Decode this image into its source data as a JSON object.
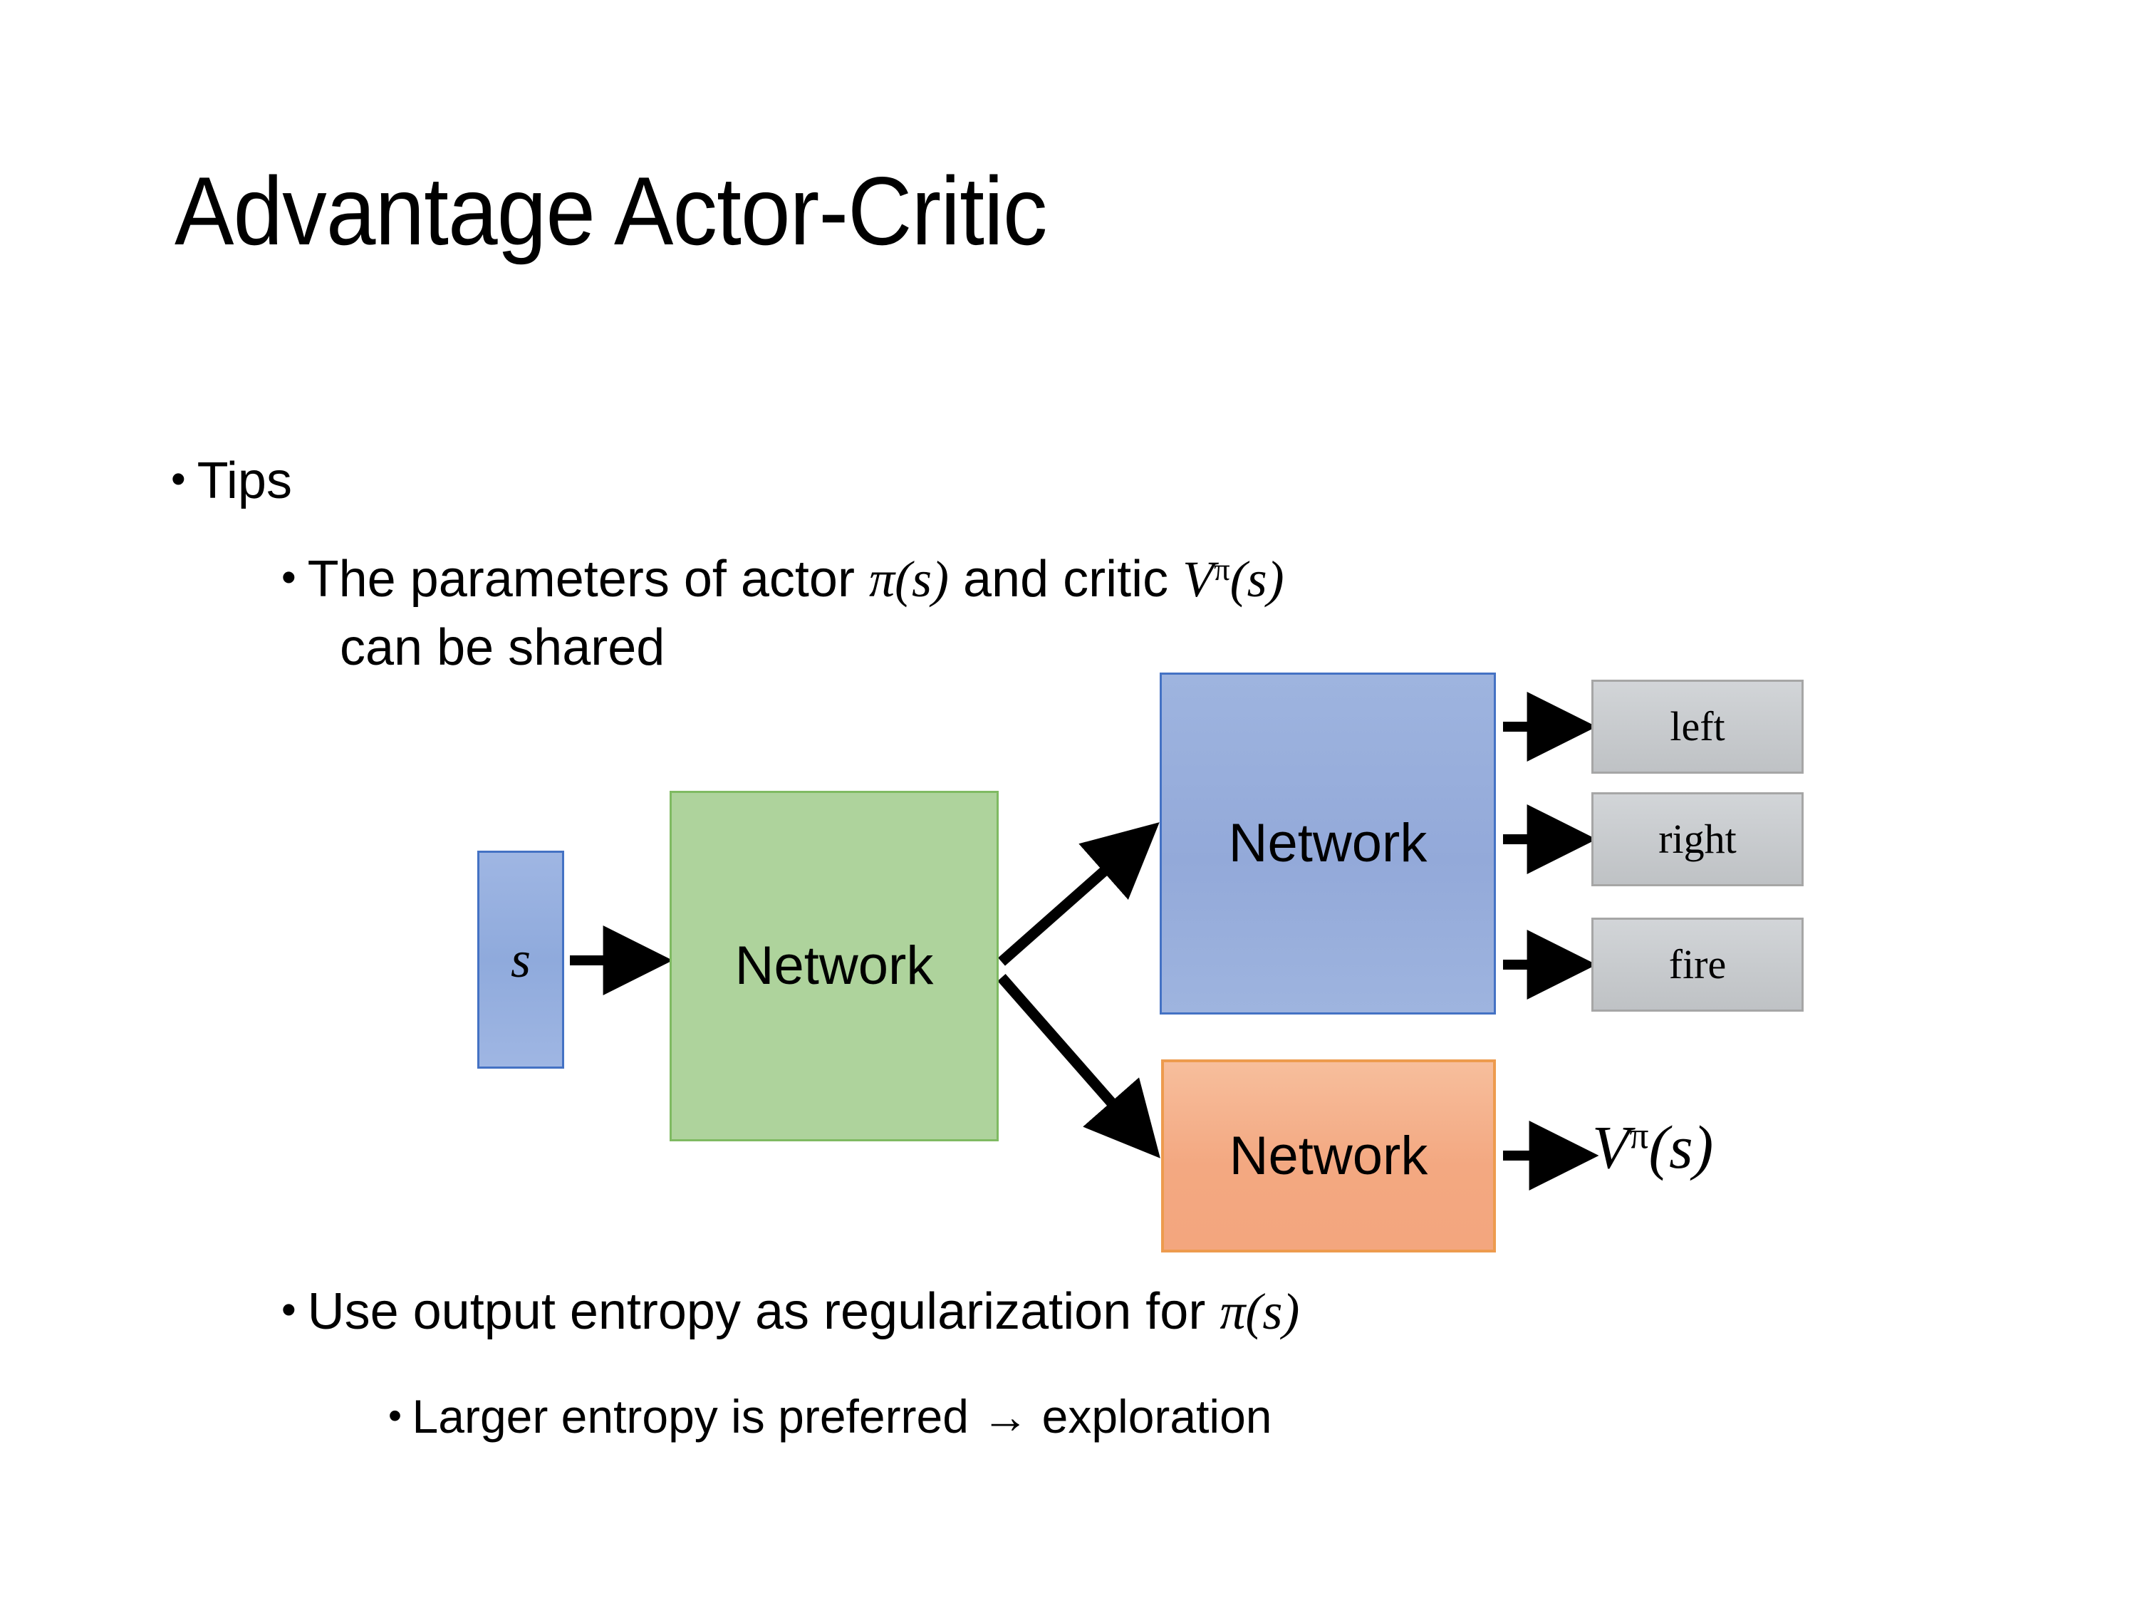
{
  "slide": {
    "title": "Advantage Actor-Critic",
    "background_color": "#FFFFFF"
  },
  "bullets": {
    "tips": "Tips",
    "params_line1_pre": "The parameters of actor ",
    "params_math_pi": "π(s)",
    "params_line1_mid": "  and critic ",
    "params_math_v": "V",
    "params_math_v_sup": "π",
    "params_math_v_arg": "(s)",
    "params_line2": "can be shared",
    "entropy_pre": "Use output entropy as regularization for ",
    "entropy_math": "π(s)",
    "larger": "Larger entropy is preferred → exploration",
    "bullet_glyph": "•"
  },
  "diagram": {
    "input_state_label": "s",
    "shared_network_label": "Network",
    "actor_network_label": "Network",
    "critic_network_label": "Network",
    "actions": [
      {
        "label": "left"
      },
      {
        "label": "right"
      },
      {
        "label": "fire"
      }
    ],
    "critic_output_v": "V",
    "critic_output_sup": "π",
    "critic_output_arg": "(s)",
    "colors": {
      "input_state_fill": "#8FAADC",
      "input_state_border": "#4472C4",
      "shared_network_fill": "#AED39C",
      "shared_network_border": "#7FBA62",
      "actor_network_fill": "#93A9D9",
      "actor_network_border": "#4472C4",
      "critic_network_fill": "#F3A881",
      "critic_network_border": "#ED9B4E",
      "action_box_fill": "#C9CCCF",
      "action_box_border": "#A6A6A6",
      "arrow_color": "#000000"
    }
  }
}
